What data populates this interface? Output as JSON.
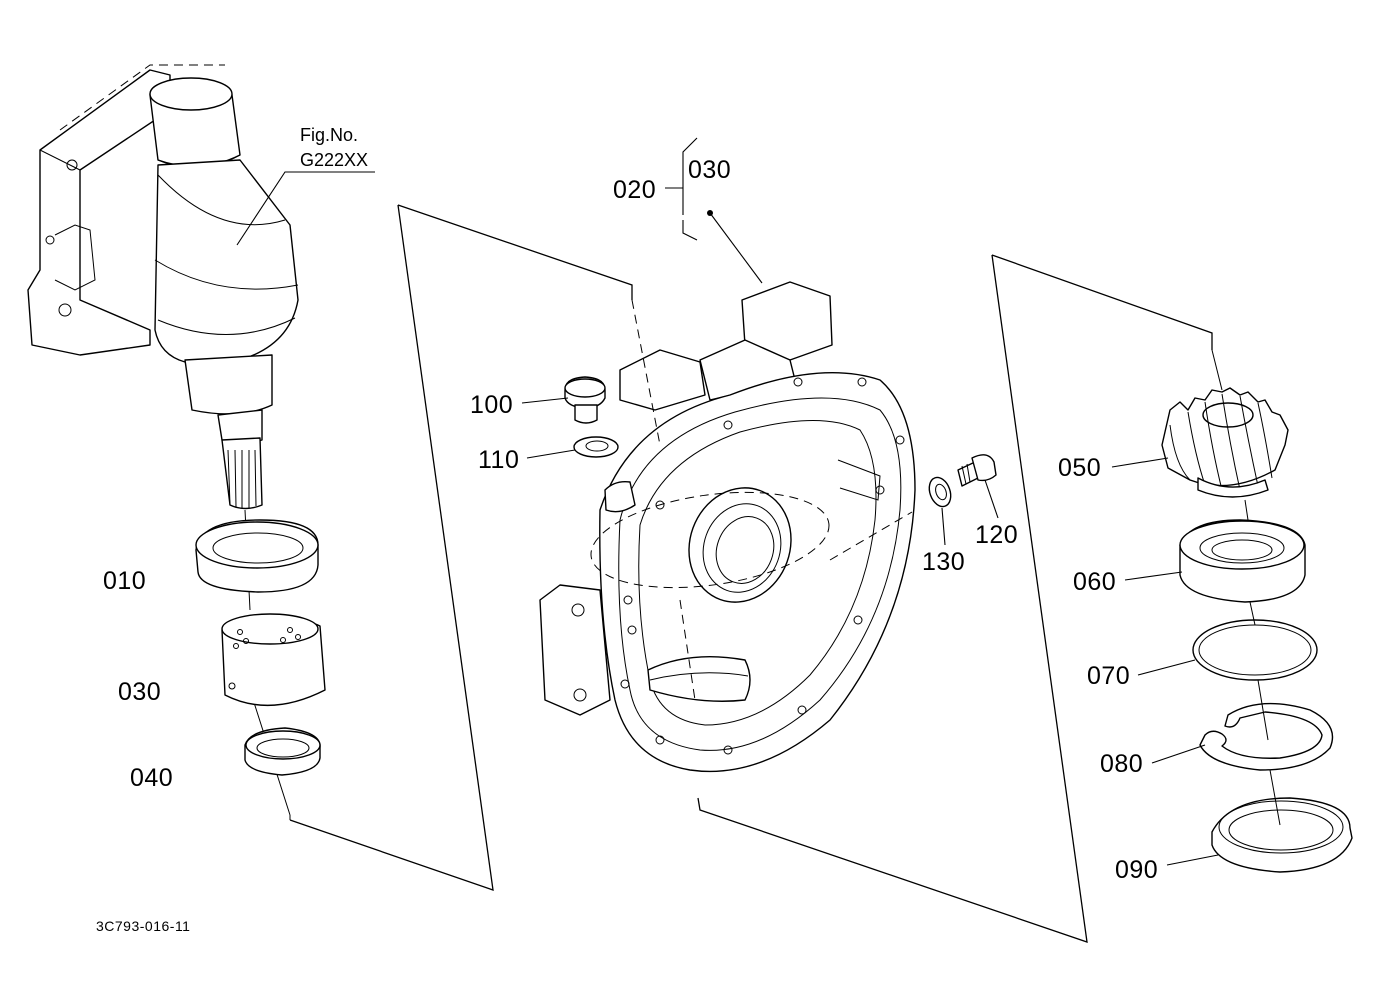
{
  "figure": {
    "fig_no_label": "Fig.No.",
    "fig_no_value": "G222XX",
    "drawing_number": "3C793-016-11"
  },
  "callouts": [
    {
      "id": "c010",
      "text": "010"
    },
    {
      "id": "c030",
      "text": "030"
    },
    {
      "id": "c040",
      "text": "040"
    },
    {
      "id": "c100",
      "text": "100"
    },
    {
      "id": "c110",
      "text": "110"
    },
    {
      "id": "c020",
      "text": "020"
    },
    {
      "id": "c030b",
      "text": "030"
    },
    {
      "id": "c120",
      "text": "120"
    },
    {
      "id": "c130",
      "text": "130"
    },
    {
      "id": "c050",
      "text": "050"
    },
    {
      "id": "c060",
      "text": "060"
    },
    {
      "id": "c070",
      "text": "070"
    },
    {
      "id": "c080",
      "text": "080"
    },
    {
      "id": "c090",
      "text": "090"
    }
  ]
}
